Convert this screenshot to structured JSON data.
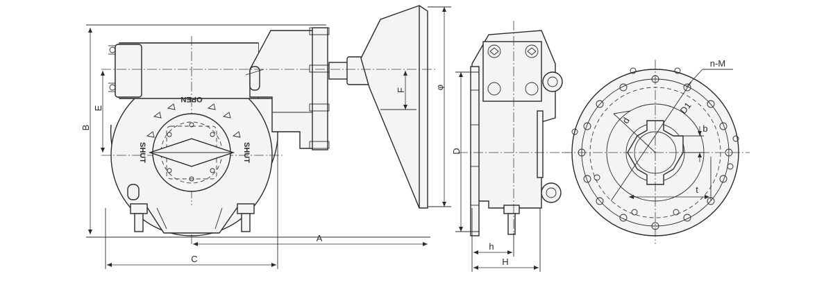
{
  "labels": {
    "A": "A",
    "B": "B",
    "C": "C",
    "E": "E",
    "F": "F",
    "phi": "φ",
    "D": "D",
    "h": "h",
    "H": "H",
    "nM": "n-M",
    "D1": "D1",
    "d": "d",
    "b": "b",
    "t": "t"
  },
  "markings": {
    "open": "OPEN",
    "shut": "SHUT"
  }
}
